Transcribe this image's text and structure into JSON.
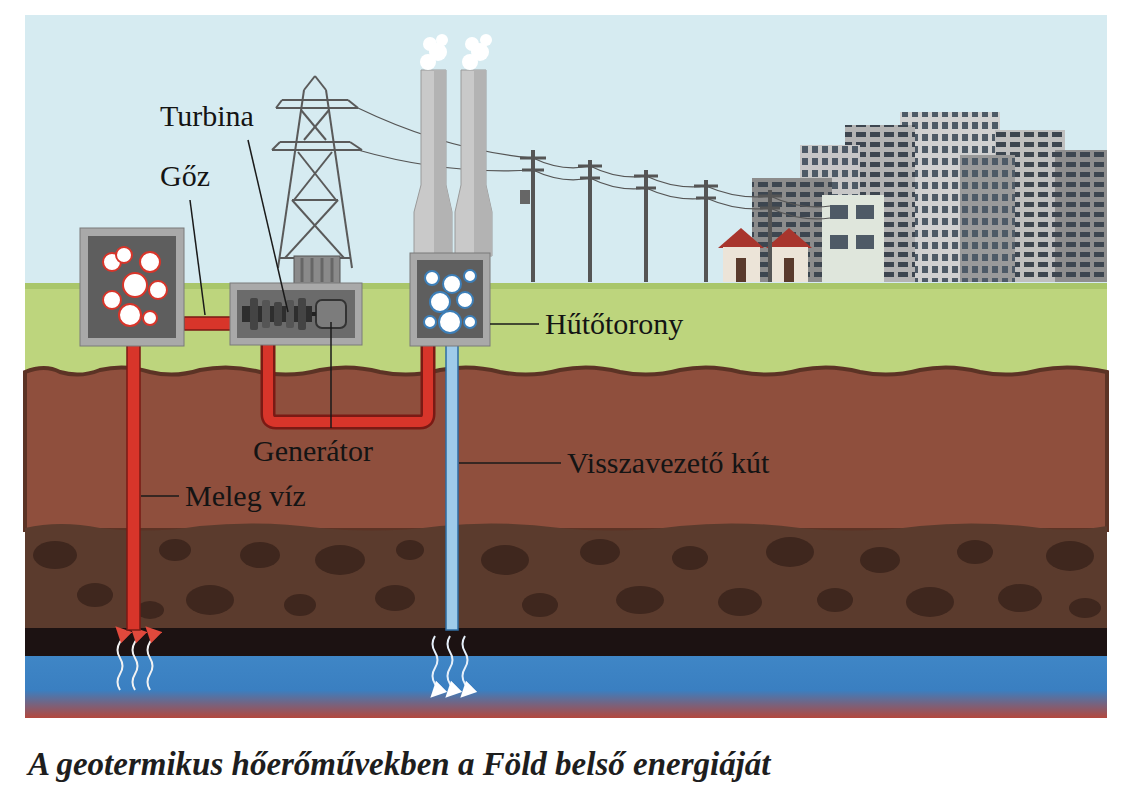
{
  "diagram": {
    "caption": "A geotermikus hőerőművekben a Föld belső energiáját",
    "labels": [
      "Turbina",
      "Gőz",
      "Hűtőtorony",
      "Generátor",
      "Visszavezető kút",
      "Meleg víz"
    ]
  }
}
